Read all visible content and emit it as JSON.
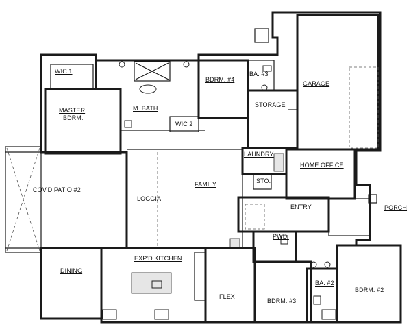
{
  "rooms": {
    "wic1": "WIC 1",
    "master_line1": "MASTER",
    "master_line2": "BDRM.",
    "mbath": "M. BATH",
    "wic2": "WIC 2",
    "bdrm4": "BDRM. #4",
    "ba3": "BA. #3",
    "storage": "STORAGE",
    "garage": "GARAGE",
    "laundry": "LAUNDRY",
    "home_office": "HOME OFFICE",
    "sto": "STO.",
    "covd_patio": "COV'D PATIO #2",
    "loggia": "LOGGIA",
    "family": "FAMILY",
    "entry": "ENTRY",
    "porch": "PORCH",
    "pwd": "PWD.",
    "dining": "DINING",
    "kitchen": "EXP'D KITCHEN",
    "flex": "FLEX",
    "bdrm3": "BDRM. #3",
    "ba2": "BA. #2",
    "bdrm2": "BDRM. #2"
  }
}
